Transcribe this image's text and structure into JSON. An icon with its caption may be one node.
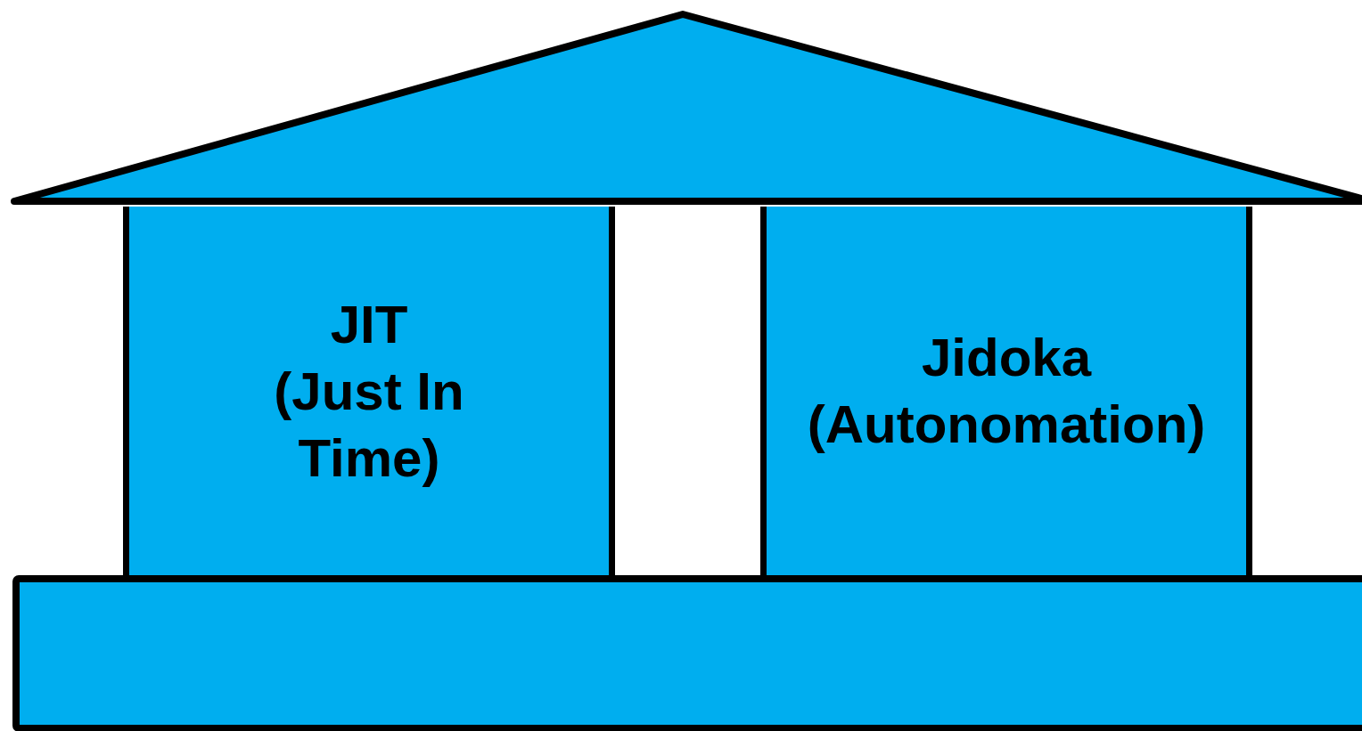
{
  "diagram": {
    "nodes": [
      {
        "text": [],
        "shape": "triangle"
      },
      {
        "text": [
          "JIT",
          "(Just In Time)"
        ]
      },
      {
        "text": [
          "Jidoka",
          "(Autonomation)"
        ]
      },
      {
        "text": [],
        "shape": "box"
      }
    ]
  }
}
